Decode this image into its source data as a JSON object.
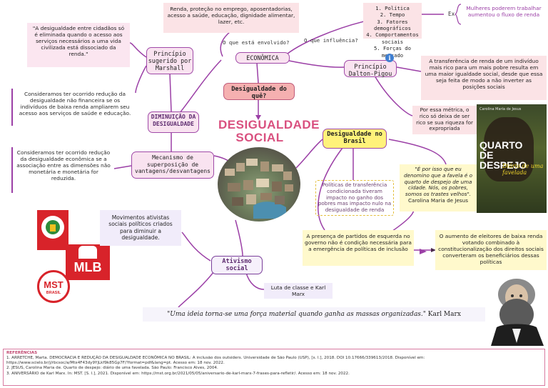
{
  "center": {
    "title_line1": "DESIGUALDADE",
    "title_line2": "SOCIAL"
  },
  "question": {
    "text": "Desigualdade do quê?"
  },
  "economica": {
    "label": "ECONÔMICA"
  },
  "diminuicao": {
    "label": "DIMINUIÇÃO DA DESIGUALDADE"
  },
  "brasil": {
    "label": "Desigualdade no Brasil"
  },
  "ativismo": {
    "label": "Ativismo social"
  },
  "marshall": {
    "label": "Princípio sugerido por Marshall"
  },
  "dalton": {
    "label": "Princípio Dalton-Pigou"
  },
  "mecanismo": {
    "label": "Mecanismo de superposição de vantagens/desvantagens"
  },
  "renda": {
    "text": "Renda, proteção no emprego, aposentadorias, acesso a saúde, educação, dignidade alimentar, lazer, etc."
  },
  "edge_labels": {
    "envolvido": "O que está envolvido?",
    "influencia": "O que influência?",
    "ex": "Ex"
  },
  "fatores": {
    "items": [
      "1. Política",
      "2. Tempo",
      "3. Fatores demográficos",
      "4. Comportamentos sociais",
      "5. Forças do mercado"
    ]
  },
  "mulheres": {
    "text": "Mulheres poderem trabalhar aumentou o fluxo de renda"
  },
  "quote_marshall": {
    "text": "\"A desigualdade entre cidadãos só é eliminada quando o acesso aos serviços necessários a uma vida civilizada está dissociado da renda.\""
  },
  "consideramos1": {
    "text": "Consideramos ter ocorrido redução da desigualdade não financeira se os indivíduos de baixa renda ampliarem seu acesso aos serviços de saúde e educação."
  },
  "consideramos2": {
    "text": "Consideramos ter ocorrido redução da desigualdade econômica se a associação entre as dimensões não monetária e monetária for reduzida."
  },
  "transferencia": {
    "text": "A transferência de renda de um indivíduo mais rico para um mais pobre resulta em uma maior igualdade social, desde que essa seja feita de modo a não inverter as posições sociais"
  },
  "metrica": {
    "text": "Por essa métrica, o rico só deixa de ser rico se sua riqueza for expropriada"
  },
  "politicas": {
    "text": "Políticas de transferência condicionada tiveram impacto no ganho dos pobres mas impacto nulo na desigualdade de renda"
  },
  "quarto_quote": {
    "text": "\"É por isso que eu denomino que a favela é o quarto de despejo de uma cidade. Nós, os pobres, somos os trastes velhos\".",
    "author": "Carolina Maria de Jesus"
  },
  "presenca": {
    "text": "A presença de partidos de esquerda no governo não é condição necessária para a emergência de políticas de inclusão"
  },
  "aumento": {
    "text": "O aumento de eleitores de baixa renda votando combinado à constitucionalização dos direitos sociais converteram os beneficiários dessas políticas"
  },
  "movimentos": {
    "text": "Movimentos ativistas sociais políticos criados para diminuir a desigualdade."
  },
  "luta": {
    "text": "Luta de classe e Karl Marx"
  },
  "marx_quote": {
    "text": "\"Uma ideia torna-se uma força material quando ganha as massas organizadas.\"",
    "author": " Karl Marx"
  },
  "book": {
    "line1": "QUARTO",
    "line2": "DE",
    "line3": "DESPEJO",
    "subtitle": "Diário de uma favelada",
    "author": "Carolina Maria de Jesus"
  },
  "logos": {
    "mlb": "MLB",
    "mst": "MST",
    "mst_sub": "BRASIL"
  },
  "info_icon": "i",
  "references": {
    "heading": "REFERÊNCIAS",
    "lines": [
      "1. ARRETCHE, Marta. DEMOCRACIA E REDUÇÃO DA DESIGUALDADE ECONÔMICA NO BRASIL: A inclusão dos outsiders. Universidade de São Paulo (USP), [s. l.], 2018. DOI 10.17666/339613/2018. Disponível em:",
      "https://www.scielo.br/j/rbcsoc/a/Mtx4F43dy9YjLkf9k85Gp7F/?format=pdf&lang=pt. Acesso em: 18 nov. 2022.",
      "2. JESUS, Carolina Maria de. Quarto de despejo: diário de uma favelada. São Paulo: Francisco Alves, 2004.",
      "3. ANIVERSÁRIO de Karl Marx. In: MST. [S. l.], 2021. Disponível em: https://mst.org.br/2021/05/05/aniversario-de-karl-marx-7-frases-para-refletir/. Acesso em: 18 nov. 2022."
    ]
  },
  "colors": {
    "accent": "#9b3fa6",
    "title_pink": "#d9507f",
    "question_bg": "#f5b0b0",
    "brasil_bg": "#fff27a",
    "info_blue": "#3f7fd1"
  }
}
